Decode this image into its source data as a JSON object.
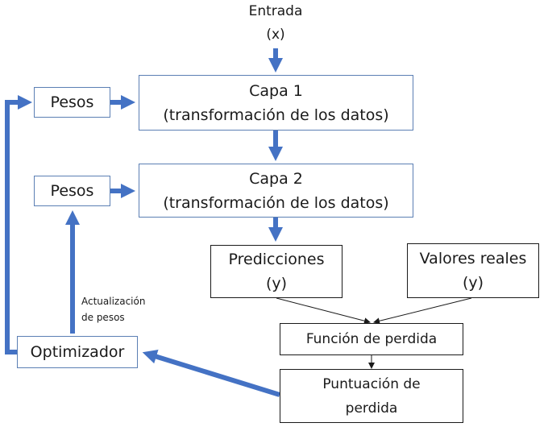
{
  "input": {
    "line1": "Entrada",
    "line2": "(x)"
  },
  "weights": [
    {
      "label": "Pesos"
    },
    {
      "label": "Pesos"
    }
  ],
  "layers": [
    {
      "line1": "Capa 1",
      "line2": "(transformación de los datos)"
    },
    {
      "line1": "Capa 2",
      "line2": "(transformación de los datos)"
    }
  ],
  "predictions": {
    "line1": "Predicciones",
    "line2": "(y)"
  },
  "real_values": {
    "line1": "Valores reales",
    "line2": "(y)"
  },
  "loss_function": {
    "label": "Función de perdida"
  },
  "loss_score": {
    "line1": "Puntuación de",
    "line2": "perdida"
  },
  "optimizer": {
    "label": "Optimizador"
  },
  "weight_update": {
    "line1": "Actualización",
    "line2": "de pesos"
  },
  "colors": {
    "arrow_blue": "#4472c4",
    "box_blue_border": "#5b7fb4",
    "black": "#1a1a1a"
  }
}
